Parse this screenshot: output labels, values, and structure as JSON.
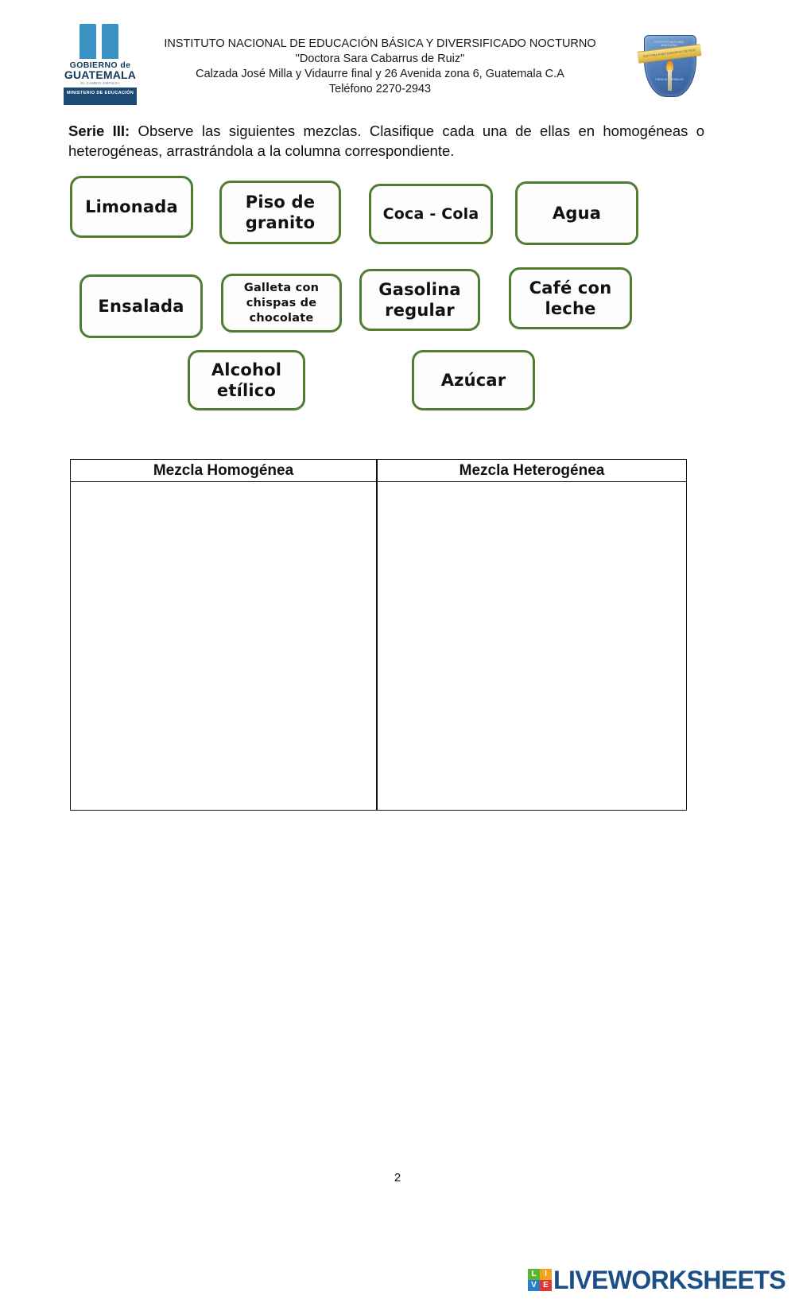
{
  "header": {
    "gov_logo": {
      "word1": "GOBIERNO de",
      "word2": "GUATEMALA",
      "subtitle": "EL CAMBIO EMPIEZA",
      "ministry": "MINISTERIO DE EDUCACIÓN"
    },
    "school": {
      "line1": "INSTITUTO NACIONAL DE EDUCACIÓN BÁSICA Y DIVERSIFICADO NOCTURNO",
      "line2": "\"Doctora Sara Cabarrus de Ruiz\"",
      "line3": "Calzada José Milla y Vidaurre final y 26 Avenida zona 6, Guatemala C.A",
      "line4": "Teléfono 2270-2943"
    },
    "shield": {
      "top_text": "INSTITUTO NACIONAL NOCTURNO",
      "ribbon_text": "DOCTORA SARA CABARRUS DE RUIZ",
      "bottom_text": "CIENCIA  ·  TRABAJO"
    }
  },
  "instruction": {
    "lead": "Serie III:",
    "body": " Observe las siguientes mezclas. Clasifique cada una de ellas en homogéneas o heterogéneas, arrastrándola a la columna correspondiente."
  },
  "mixtures": [
    {
      "id": "limonada",
      "label": "Limonada",
      "size": "lg"
    },
    {
      "id": "piso-de-granito",
      "label": "Piso de granito",
      "size": "lg"
    },
    {
      "id": "coca-cola",
      "label": "Coca - Cola",
      "size": "md"
    },
    {
      "id": "agua",
      "label": "Agua",
      "size": "lg"
    },
    {
      "id": "ensalada",
      "label": "Ensalada",
      "size": "lg"
    },
    {
      "id": "galleta-con-chispas-de-chocolate",
      "label": "Galleta con chispas de chocolate",
      "size": "sm"
    },
    {
      "id": "gasolina-regular",
      "label": "Gasolina regular",
      "size": "lg"
    },
    {
      "id": "cafe-con-leche",
      "label": "Café con leche",
      "size": "lg"
    },
    {
      "id": "alcohol-etilico",
      "label": "Alcohol etílico",
      "size": "lg"
    },
    {
      "id": "azucar",
      "label": "Azúcar",
      "size": "lg"
    }
  ],
  "table": {
    "columns": [
      "Mezcla Homogénea",
      "Mezcla Heterogénea"
    ],
    "rows": []
  },
  "footer": {
    "page_number": "2",
    "brand": {
      "tiles": [
        "L",
        "I",
        "V",
        "E"
      ],
      "word": "LIVEWORKSHEETS"
    }
  },
  "colors": {
    "chip_border": "#4f7d32",
    "brand_blue": "#1b4f85",
    "gov_blue": "#12385c",
    "table_line": "#111111"
  }
}
